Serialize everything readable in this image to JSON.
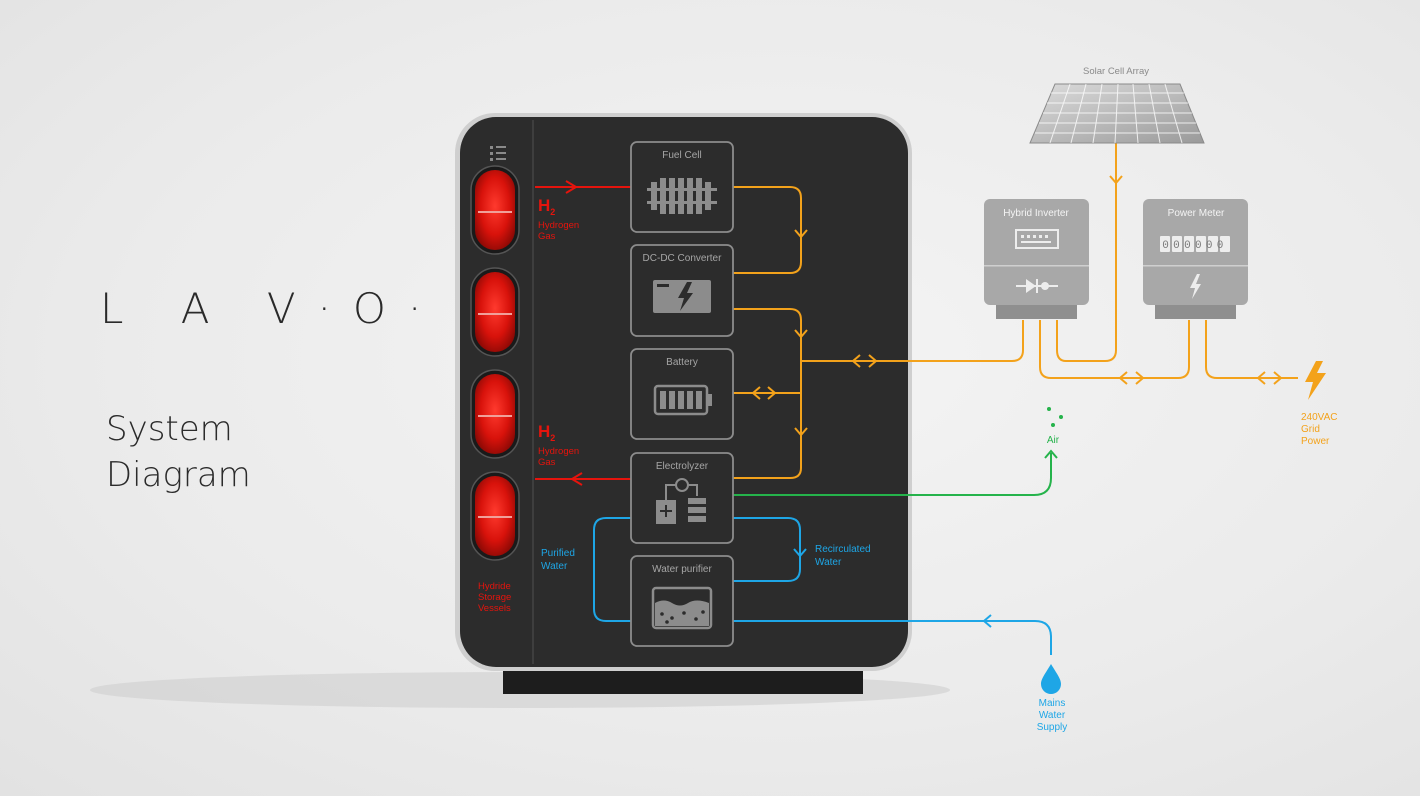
{
  "brand": {
    "logo": "L A V·O·"
  },
  "heading": {
    "line1": "System",
    "line2": "Diagram"
  },
  "colors": {
    "hydrogen": "#e5140d",
    "power": "#f3a21b",
    "air": "#25b34b",
    "water": "#1ea6e6",
    "component": "#9b9b9b",
    "cabinet": "#2c2c2c"
  },
  "components": {
    "fuel_cell": "Fuel Cell",
    "dcdc": "DC-DC Converter",
    "battery": "Battery",
    "electrolyzer": "Electrolyzer",
    "water_purifier": "Water purifier",
    "hybrid_inverter": "Hybrid Inverter",
    "power_meter": "Power Meter",
    "solar": "Solar Cell Array"
  },
  "labels": {
    "h2_top": {
      "symbol": "H",
      "sub": "2",
      "line1": "Hydrogen",
      "line2": "Gas"
    },
    "h2_bottom": {
      "symbol": "H",
      "sub": "2",
      "line1": "Hydrogen",
      "line2": "Gas"
    },
    "hydride": {
      "line1": "Hydride",
      "line2": "Storage",
      "line3": "Vessels"
    },
    "purified": {
      "line1": "Purified",
      "line2": "Water"
    },
    "recirculated": {
      "line1": "Recirculated",
      "line2": "Water"
    },
    "air": "Air",
    "mains": {
      "line1": "Mains",
      "line2": "Water",
      "line3": "Supply"
    },
    "grid": {
      "line1": "240VAC",
      "line2": "Grid",
      "line3": "Power"
    }
  },
  "meter_reading": "000000"
}
